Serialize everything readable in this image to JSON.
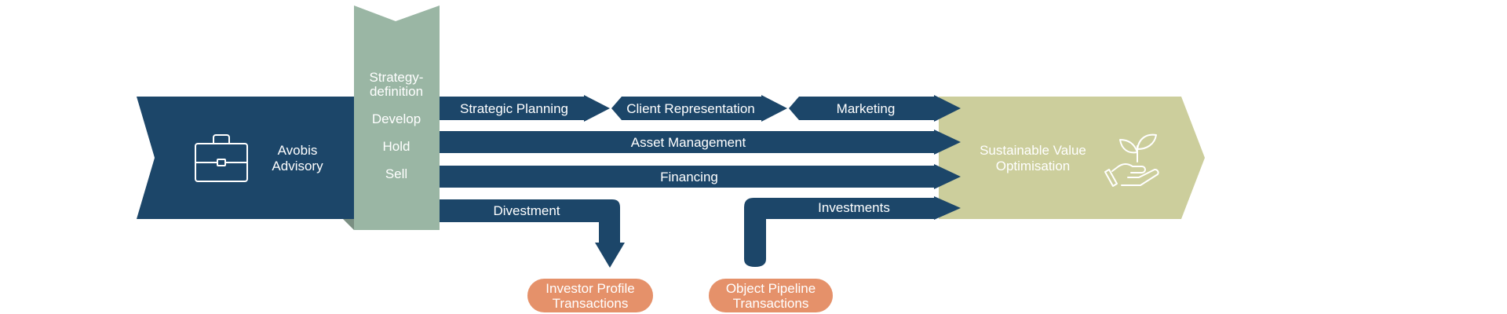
{
  "colors": {
    "navy": "#1c4669",
    "sage": "#9ab6a4",
    "sage_shadow": "#7a8f82",
    "khaki": "#ccce9c",
    "orange": "#e5916a",
    "white": "#ffffff"
  },
  "left_block": {
    "icon": "briefcase-icon",
    "title_line1": "Avobis",
    "title_line2": "Advisory"
  },
  "phases": {
    "items": [
      "Strategy-",
      "definition",
      "Develop",
      "Hold",
      "Sell"
    ]
  },
  "arrows": {
    "strategic_planning": "Strategic Planning",
    "client_representation": "Client Representation",
    "marketing": "Marketing",
    "asset_management": "Asset Management",
    "financing": "Financing",
    "divestment": "Divestment",
    "investments": "Investments"
  },
  "right_block": {
    "icon": "plant-in-hand-icon",
    "title_line1": "Sustainable Value",
    "title_line2": "Optimisation"
  },
  "pills": {
    "investor_line1": "Investor Profile",
    "investor_line2": "Transactions",
    "pipeline_line1": "Object Pipeline",
    "pipeline_line2": "Transactions"
  }
}
